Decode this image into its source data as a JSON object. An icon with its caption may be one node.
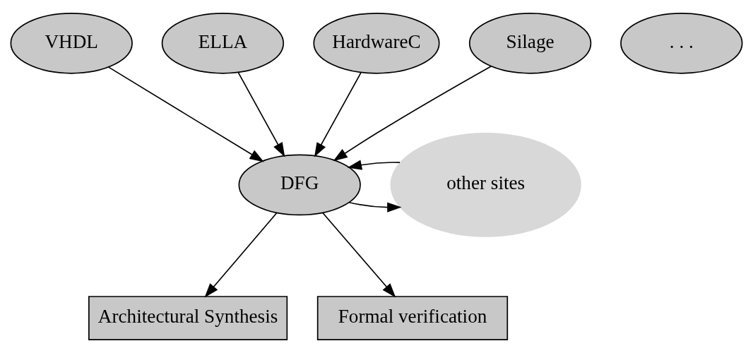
{
  "diagram": {
    "nodes": [
      {
        "text": [
          "VHDL"
        ]
      },
      {
        "text": [
          "ELLA"
        ]
      },
      {
        "text": [
          "HardwareC"
        ]
      },
      {
        "text": [
          "Silage"
        ]
      },
      {
        "text": [
          ". . ."
        ]
      },
      {
        "text": [
          "DFG"
        ]
      },
      {
        "text": [
          "other sites"
        ]
      },
      {
        "text": [
          "Architectural Synthesis"
        ]
      },
      {
        "text": [
          "Formal verification"
        ]
      }
    ],
    "edges": [
      {
        "from": 0,
        "to": 5,
        "arrow": "to"
      },
      {
        "from": 1,
        "to": 5,
        "arrow": "to"
      },
      {
        "from": 2,
        "to": 5,
        "arrow": "to"
      },
      {
        "from": 3,
        "to": 5,
        "arrow": "to"
      },
      {
        "from": 5,
        "to": 6,
        "arrow": "to"
      },
      {
        "from": 6,
        "to": 5,
        "arrow": "to"
      },
      {
        "from": 5,
        "to": 7,
        "arrow": "to"
      },
      {
        "from": 5,
        "to": 8,
        "arrow": "to"
      }
    ]
  }
}
